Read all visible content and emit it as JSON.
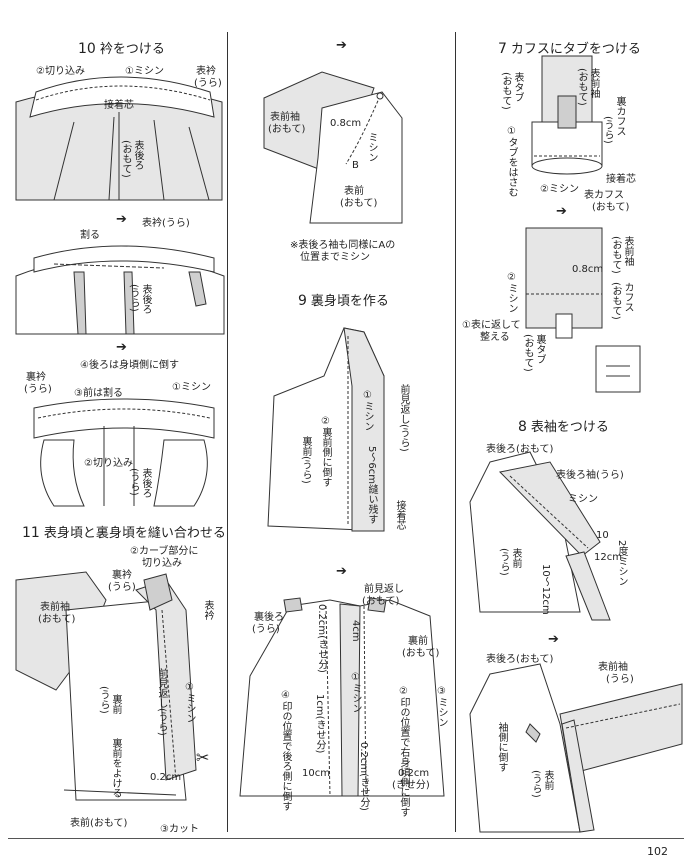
{
  "page_number": "102",
  "sec10": {
    "heading_num": "10",
    "heading": "衿をつける",
    "l_kirikomi": "②切り込み",
    "l_mishin": "①ミシン",
    "l_omoteeri": "表衿",
    "l_ura": "(うら)",
    "l_secchakushin": "接着芯",
    "l_omoteushiro": "表後ろ",
    "l_omote": "(おもて)",
    "l_waru": "割る",
    "l_omoteeri_ura": "表衿(うら)",
    "l_omoteushiro2": "表後ろ",
    "l_ura2": "(うら)",
    "l_ushiro_taosu": "④後ろは身頃側に倒す",
    "l_urae": "裏衿",
    "l_urae_ura": "(うら)",
    "l_mae_waru": "③前は割る",
    "l_mishin2": "①ミシン",
    "l_kirikomi2": "②切り込み",
    "l_omoteushiro3": "表後ろ",
    "l_ura3": "(うら)"
  },
  "sec11": {
    "heading_num": "11",
    "heading": "表身頃と裏身頃を縫い合わせる",
    "l_curve": "②カーブ部分に",
    "l_curve2": "切り込み",
    "l_urae": "裏衿",
    "l_urae_ura": "(うら)",
    "l_omotemaesode": "表前袖",
    "l_omote": "(おもて)",
    "l_omoteeri": "表衿",
    "l_urami": "裏前",
    "l_urami_ura": "(うら)",
    "l_maemigaeshi": "前見返し(うら)",
    "l_mishin": "①ミシン",
    "l_uramae_yokeru": "裏前をよける",
    "l_02": "0.2cm",
    "l_omotemae": "表前(おもて)",
    "l_cut": "③カット"
  },
  "mid": {
    "l_omotemaesode": "表前袖",
    "l_omote": "(おもて)",
    "l_08": "0.8cm",
    "l_mishin": "ミシン",
    "l_B": "B",
    "l_omotemae": "表前",
    "l_omote2": "(おもて)",
    "note1": "※表後ろ袖も同様にAの",
    "note2": "位置までミシン"
  },
  "sec9": {
    "heading_num": "9",
    "heading": "裏身頃を作る",
    "l_maemigaeshi": "前見返し(うら)",
    "l_mishin": "①ミシン",
    "l_urami_ura": "裏前(うら)",
    "l_uramae_taosu": "②裏前側に倒す",
    "l_nuinokosu": "5〜6cm縫い残す",
    "l_secchakushin": "接着芯",
    "l_maemigaeshi2": "前見返し",
    "l_omote": "(おもて)",
    "l_uraushiro": "裏後ろ",
    "l_ura": "(うら)",
    "l_02a": "0.2cm(きせ分)",
    "l_4cm": "4cm",
    "l_1cm": "1cm(きせ分)",
    "l_10cm": "10cm",
    "l_mishin2": "①ミシン",
    "l_shirushi": "④印の位置で後ろ側に倒す",
    "l_02b": "0.2cm(きせ分)",
    "l_shirushi2": "②印の位置で右身頃側に倒す",
    "l_urami": "裏前",
    "l_urami_omote": "(おもて)",
    "l_mishin3": "③ミシン",
    "l_02c": "0.2cm",
    "l_kise": "(きせ分)"
  },
  "sec7": {
    "heading_num": "7",
    "heading": "カフスにタブをつける",
    "l_omotetab": "表タブ",
    "l_omote": "(おもて)",
    "l_omotemaesode": "表前袖",
    "l_omote2": "(おもて)",
    "l_uracuffs": "裏カフス",
    "l_ura": "(うら)",
    "l_tab_hasamu": "①タブをはさむ",
    "l_secchakushin": "接着芯",
    "l_mishin": "②ミシン",
    "l_omotecuffs": "表カフス",
    "l_omote3": "(おもて)",
    "l_omotemaesode2": "表前袖",
    "l_omote4": "(おもて)",
    "l_08": "0.8cm",
    "l_mishin2": "②ミシン",
    "l_cuffs": "カフス",
    "l_omote5": "(おもて)",
    "l_kaeshite": "①表に返して",
    "l_totonoeru": "整える",
    "l_uratab": "裏タブ",
    "l_omote6": "(おもて)"
  },
  "sec8": {
    "heading_num": "8",
    "heading": "表袖をつける",
    "l_omoteushiro": "表後ろ(おもて)",
    "l_omoteushirosode": "表後ろ袖(うら)",
    "l_mishin": "ミシン",
    "l_10": "10",
    "l_12": "12cm",
    "l_2do": "2度ミシン",
    "l_1012": "10〜12cm",
    "l_omotemae": "表前",
    "l_ura": "(うら)",
    "l_omoteushiro2": "表後ろ(おもて)",
    "l_omotemaesode": "表前袖",
    "l_ura2": "(うら)",
    "l_sodegawa": "袖側に倒す",
    "l_omotemae2": "表前",
    "l_ura3": "(うら)"
  }
}
